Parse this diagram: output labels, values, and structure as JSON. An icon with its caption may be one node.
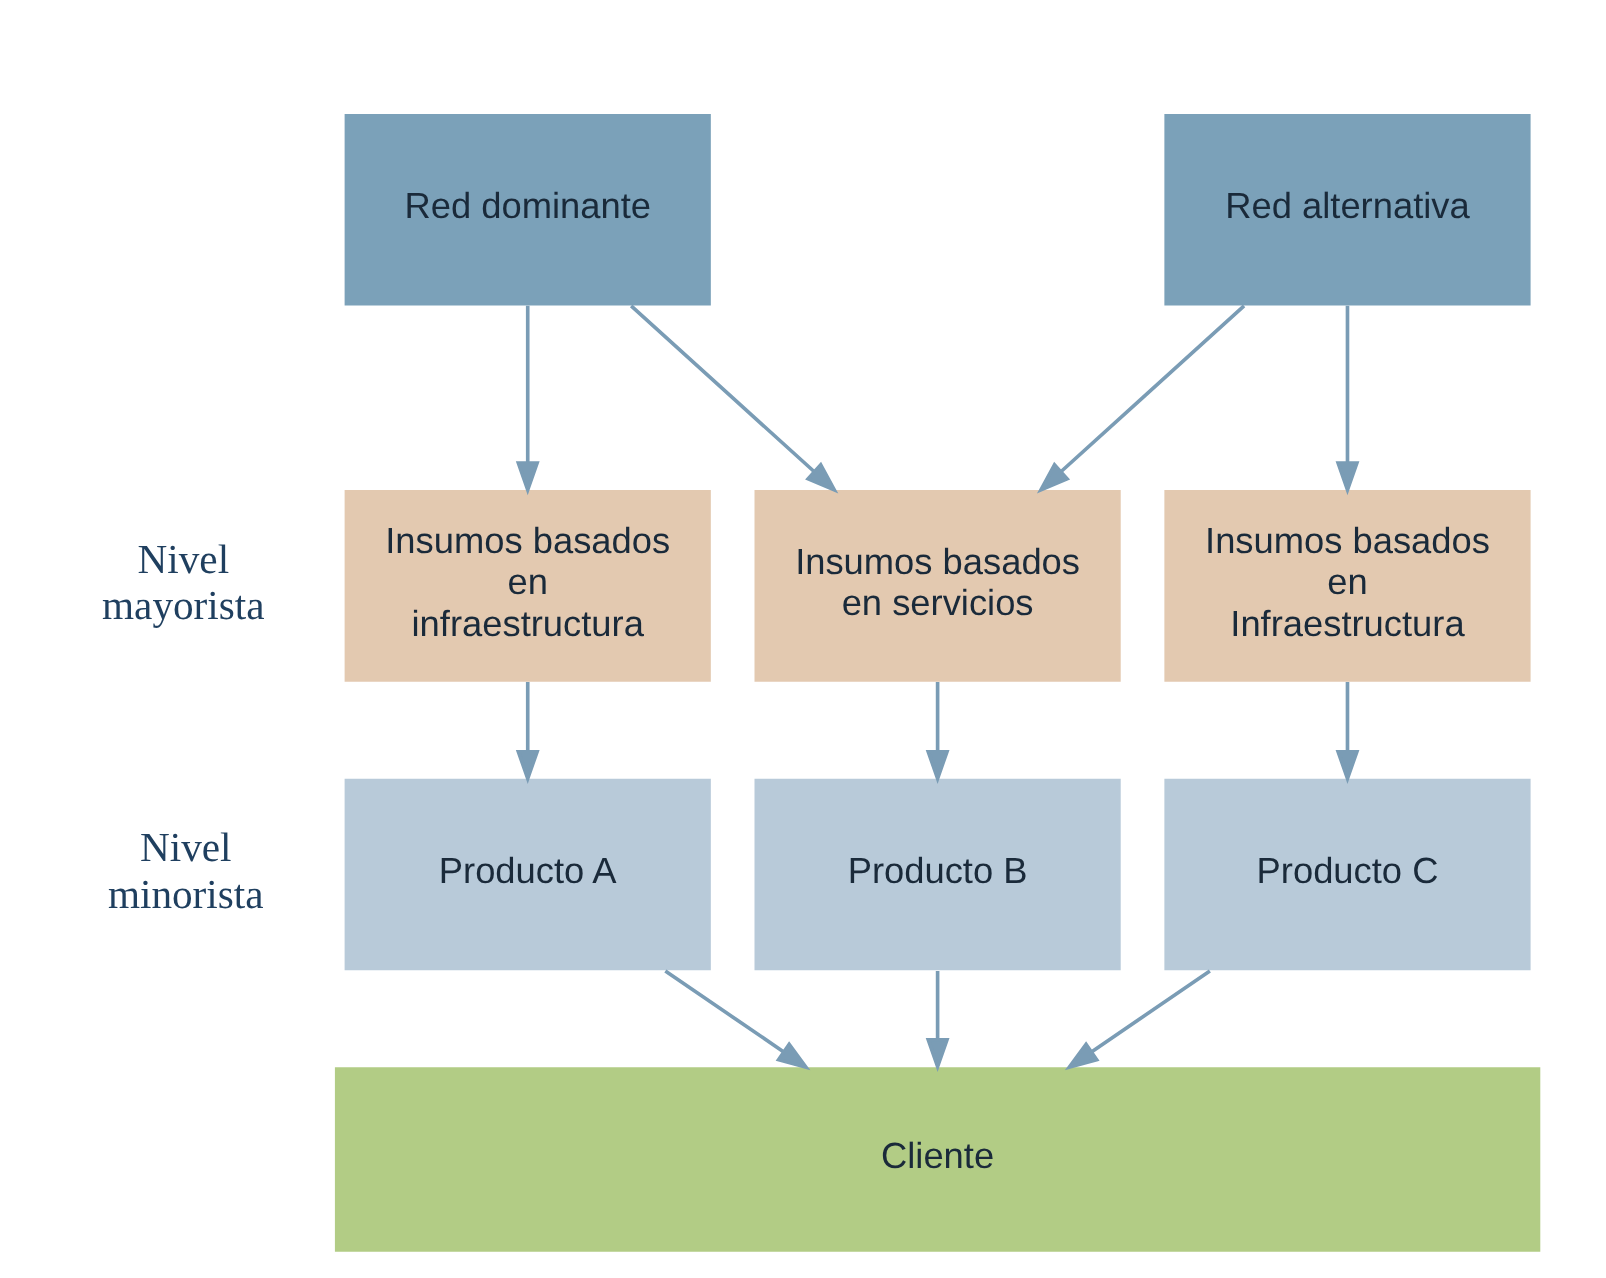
{
  "diagram": {
    "nodes": [
      {
        "text": [
          "Red dominante"
        ]
      },
      {
        "text": [
          "Red alternativa"
        ]
      },
      {
        "text": [
          "Insumos basados en infraestructura"
        ]
      },
      {
        "text": [
          "Insumos basados en servicios"
        ]
      },
      {
        "text": [
          "Insumos basados en Infraestructura"
        ]
      },
      {
        "text": [
          "Producto A"
        ]
      },
      {
        "text": [
          "Producto B"
        ]
      },
      {
        "text": [
          "Producto C"
        ]
      },
      {
        "text": [
          "Cliente"
        ]
      }
    ],
    "edges": [
      {
        "from": 0,
        "to": 2,
        "arrow": "to"
      },
      {
        "from": 0,
        "to": 3,
        "arrow": "to"
      },
      {
        "from": 1,
        "to": 3,
        "arrow": "to"
      },
      {
        "from": 1,
        "to": 4,
        "arrow": "to"
      },
      {
        "from": 2,
        "to": 5,
        "arrow": "to"
      },
      {
        "from": 3,
        "to": 6,
        "arrow": "to"
      },
      {
        "from": 4,
        "to": 7,
        "arrow": "to"
      },
      {
        "from": 5,
        "to": 8,
        "arrow": "to"
      },
      {
        "from": 6,
        "to": 8,
        "arrow": "to"
      },
      {
        "from": 7,
        "to": 8,
        "arrow": "to"
      }
    ],
    "labels": [
      "Nivel mayorista",
      "Nivel minorista"
    ]
  }
}
